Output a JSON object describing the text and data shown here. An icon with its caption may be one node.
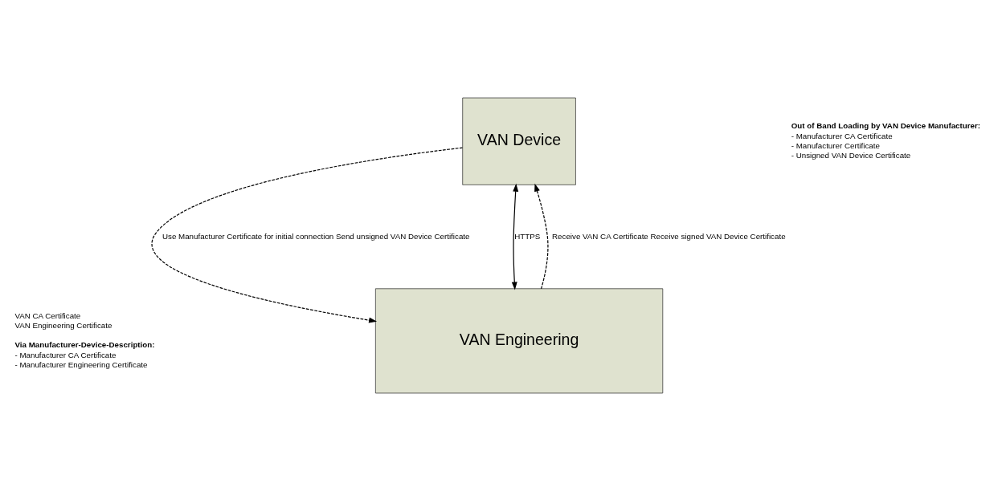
{
  "diagram": {
    "nodes": [
      {
        "text": [
          "VAN Device"
        ],
        "beside": [
          "Out of Band Loading by VAN Device Manufacturer:",
          "- Manufacturer CA Certificate",
          "- Manufacturer Certificate",
          "- Unsigned VAN Device Certificate"
        ]
      },
      {
        "text": [
          "VAN Engineering"
        ],
        "beside": [
          "VAN CA Certificate",
          "VAN Engineering Certificate",
          "Via Manufacturer-Device-Description:",
          "- Manufacturer CA Certificate",
          "- Manufacturer Engineering Certificate"
        ]
      }
    ],
    "edges": [
      {
        "from": 0,
        "to": 1,
        "arrow": "to",
        "style": "dashed",
        "label": "Use Manufacturer Certificate for initial connection Send unsigned VAN Device Certificate"
      },
      {
        "from": 0,
        "to": 1,
        "arrow": "both",
        "label": "HTTPS"
      },
      {
        "from": 1,
        "to": 0,
        "arrow": "to",
        "style": "dashed",
        "label": "Receive VAN CA Certificate Receive signed VAN Device Certificate"
      }
    ]
  }
}
